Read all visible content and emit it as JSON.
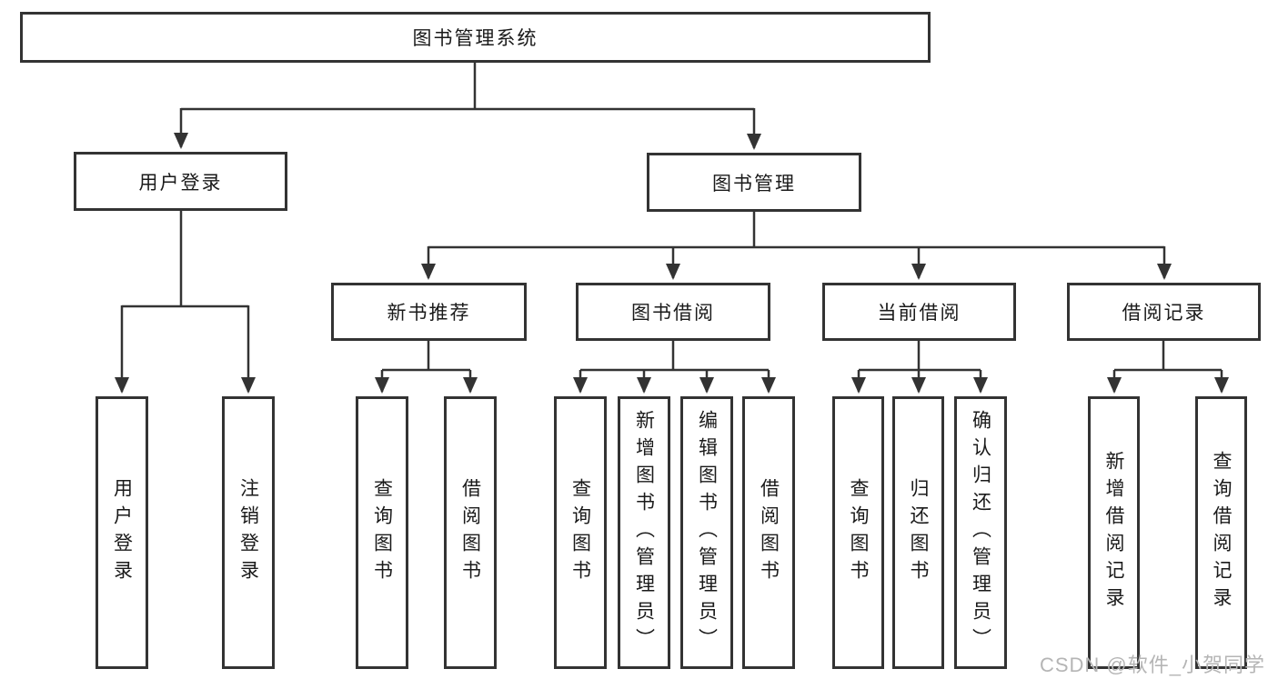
{
  "diagram": {
    "root": {
      "label": "图书管理系统"
    },
    "level2": [
      {
        "label": "用户登录"
      },
      {
        "label": "图书管理"
      }
    ],
    "level3": [
      {
        "label": "新书推荐"
      },
      {
        "label": "图书借阅"
      },
      {
        "label": "当前借阅"
      },
      {
        "label": "借阅记录"
      }
    ],
    "leaves": {
      "user_login": [
        {
          "label": "用户登录"
        },
        {
          "label": "注销登录"
        }
      ],
      "new_books": [
        {
          "label": "查询图书"
        },
        {
          "label": "借阅图书"
        }
      ],
      "book_borrow": [
        {
          "label": "查询图书"
        },
        {
          "label": "新增图书（管理员）"
        },
        {
          "label": "编辑图书（管理员）"
        },
        {
          "label": "借阅图书"
        }
      ],
      "current_borrow": [
        {
          "label": "查询图书"
        },
        {
          "label": "归还图书"
        },
        {
          "label": "确认归还（管理员）"
        }
      ],
      "borrow_records": [
        {
          "label": "新增借阅记录"
        },
        {
          "label": "查询借阅记录"
        }
      ]
    },
    "watermark": "CSDN @软件_小贺同学",
    "colors": {
      "line": "#333333",
      "box_border": "#333333",
      "text": "#1a1a1a",
      "watermark": "#b5b5b5",
      "background": "#ffffff"
    }
  }
}
